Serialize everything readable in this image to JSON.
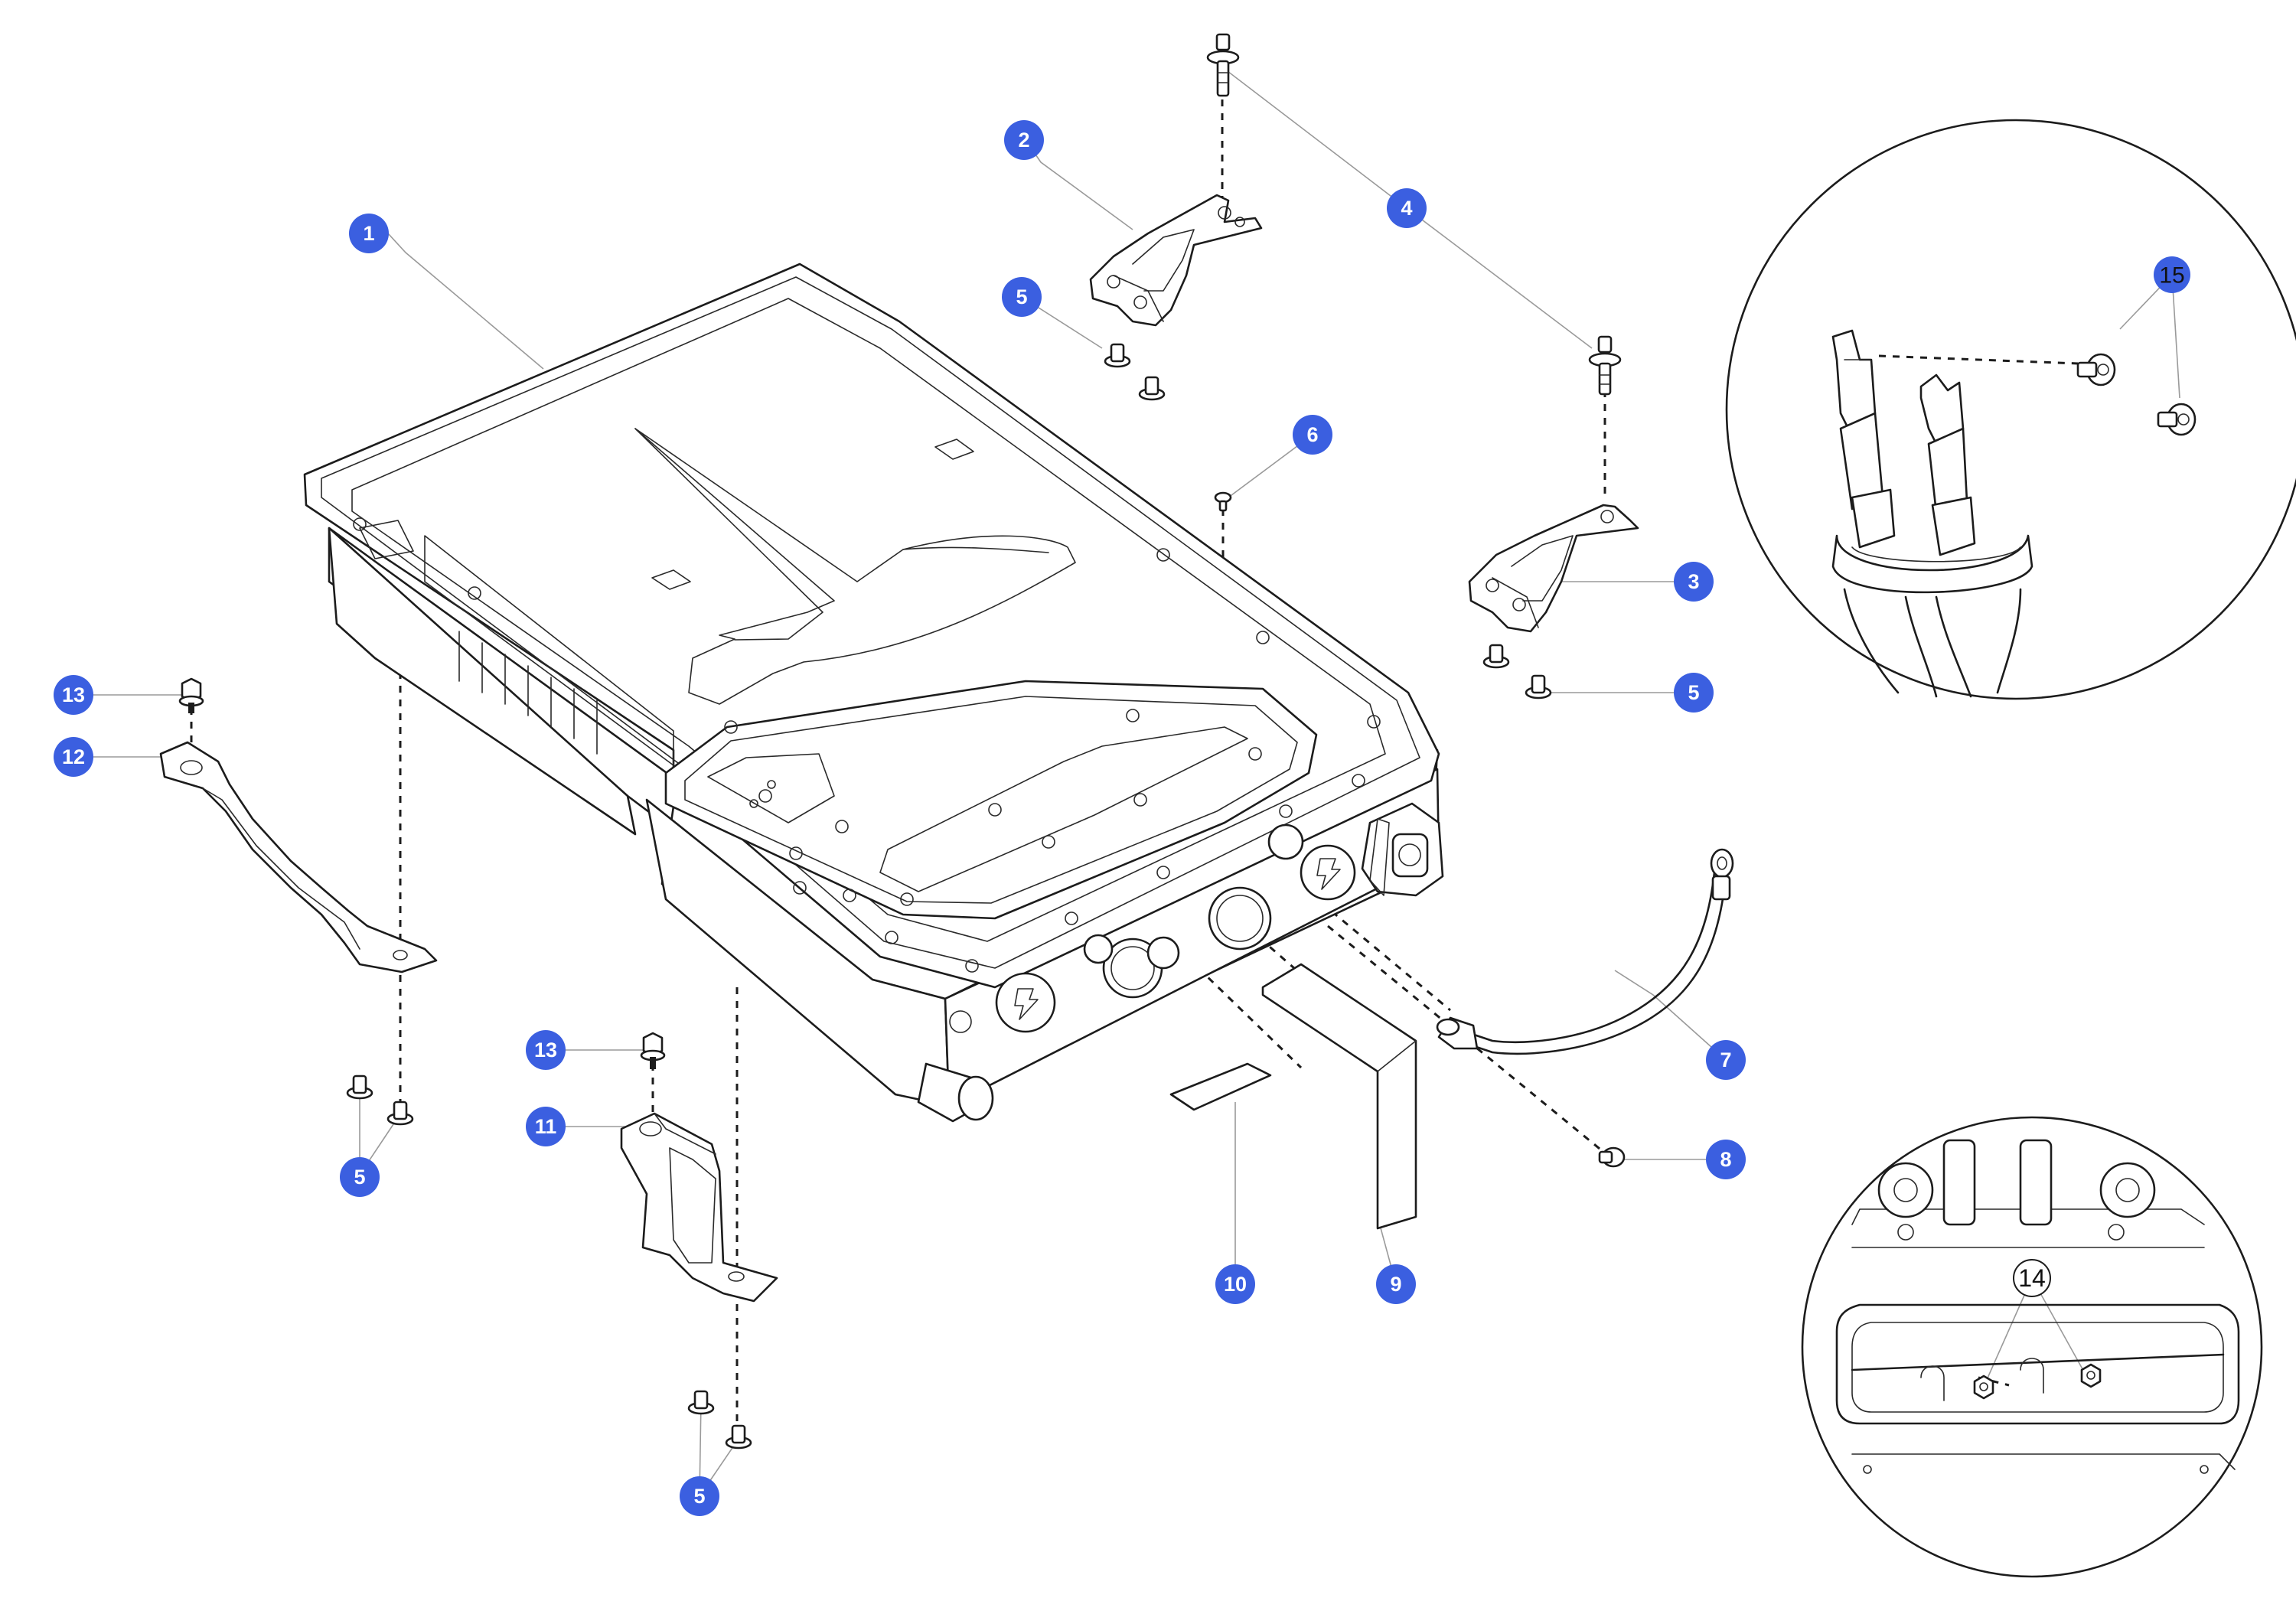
{
  "callouts": [
    {
      "id": "c1",
      "label": "1",
      "style": "filled"
    },
    {
      "id": "c2",
      "label": "2",
      "style": "filled"
    },
    {
      "id": "c3",
      "label": "3",
      "style": "filled"
    },
    {
      "id": "c4",
      "label": "4",
      "style": "filled"
    },
    {
      "id": "c5a",
      "label": "5",
      "style": "filled"
    },
    {
      "id": "c5b",
      "label": "5",
      "style": "filled"
    },
    {
      "id": "c5c",
      "label": "5",
      "style": "filled"
    },
    {
      "id": "c5d",
      "label": "5",
      "style": "filled"
    },
    {
      "id": "c6",
      "label": "6",
      "style": "filled"
    },
    {
      "id": "c7",
      "label": "7",
      "style": "filled"
    },
    {
      "id": "c8",
      "label": "8",
      "style": "filled"
    },
    {
      "id": "c9",
      "label": "9",
      "style": "filled"
    },
    {
      "id": "c10",
      "label": "10",
      "style": "filled"
    },
    {
      "id": "c11",
      "label": "11",
      "style": "filled"
    },
    {
      "id": "c12",
      "label": "12",
      "style": "filled"
    },
    {
      "id": "c13a",
      "label": "13",
      "style": "filled"
    },
    {
      "id": "c13b",
      "label": "13",
      "style": "filled"
    },
    {
      "id": "c14",
      "label": "14",
      "style": "outline"
    },
    {
      "id": "c15",
      "label": "15",
      "style": "filled"
    }
  ],
  "colors": {
    "callout_fill": "#3b5fe0",
    "callout_text": "#ffffff",
    "line": "#1c1c1c",
    "leader": "#9a9a9a"
  }
}
